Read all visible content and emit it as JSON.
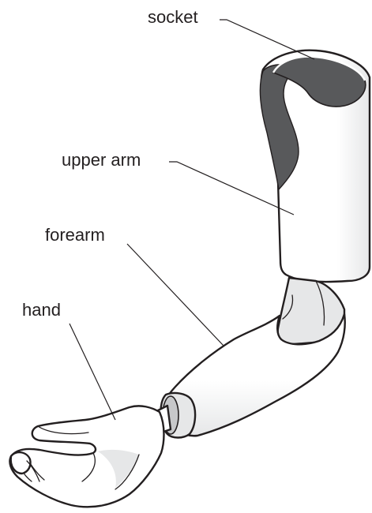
{
  "labels": {
    "socket": "socket",
    "upper_arm": "upper arm",
    "forearm": "forearm",
    "hand": "hand"
  },
  "colors": {
    "outline": "#231f20",
    "socket_fill": "#58595b",
    "skin_light": "#ffffff",
    "skin_shade": "#e6e7e8",
    "joint_shade": "#c7c8ca"
  }
}
